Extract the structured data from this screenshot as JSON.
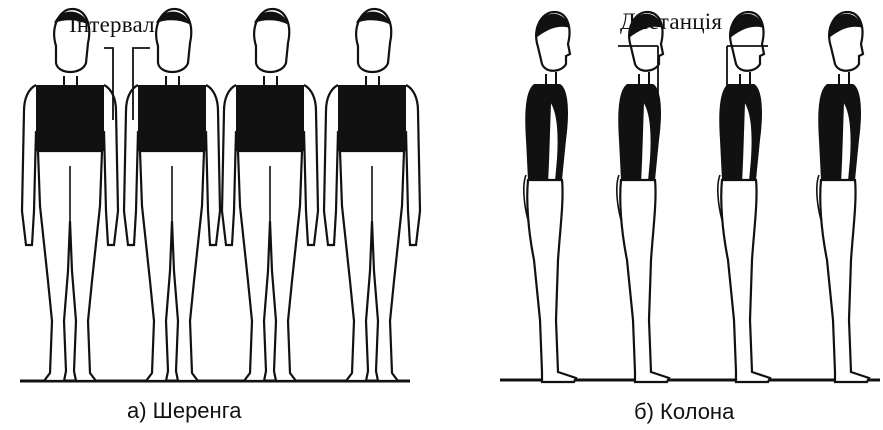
{
  "panels": {
    "line": {
      "interval_label": "Інтервал",
      "caption": "а) Шеренга"
    },
    "column": {
      "distance_label": "Дистанція",
      "caption": "б) Колона"
    }
  },
  "colors": {
    "ink": "#111111",
    "background": "#ffffff"
  }
}
